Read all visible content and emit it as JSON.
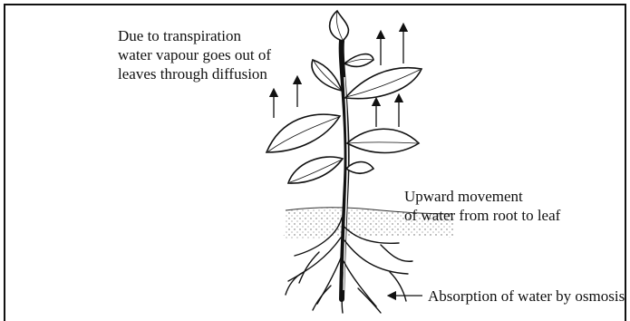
{
  "labels": {
    "transpiration": {
      "lines": [
        "Due to transpiration",
        "water vapour goes out of",
        "leaves through diffusion"
      ]
    },
    "upward_movement": {
      "lines": [
        "Upward movement",
        "of water from root to leaf"
      ]
    },
    "absorption": {
      "text": "Absorption of water by osmosis"
    }
  },
  "colors": {
    "ink": "#111111",
    "soil": "#555555",
    "background": "#ffffff"
  }
}
